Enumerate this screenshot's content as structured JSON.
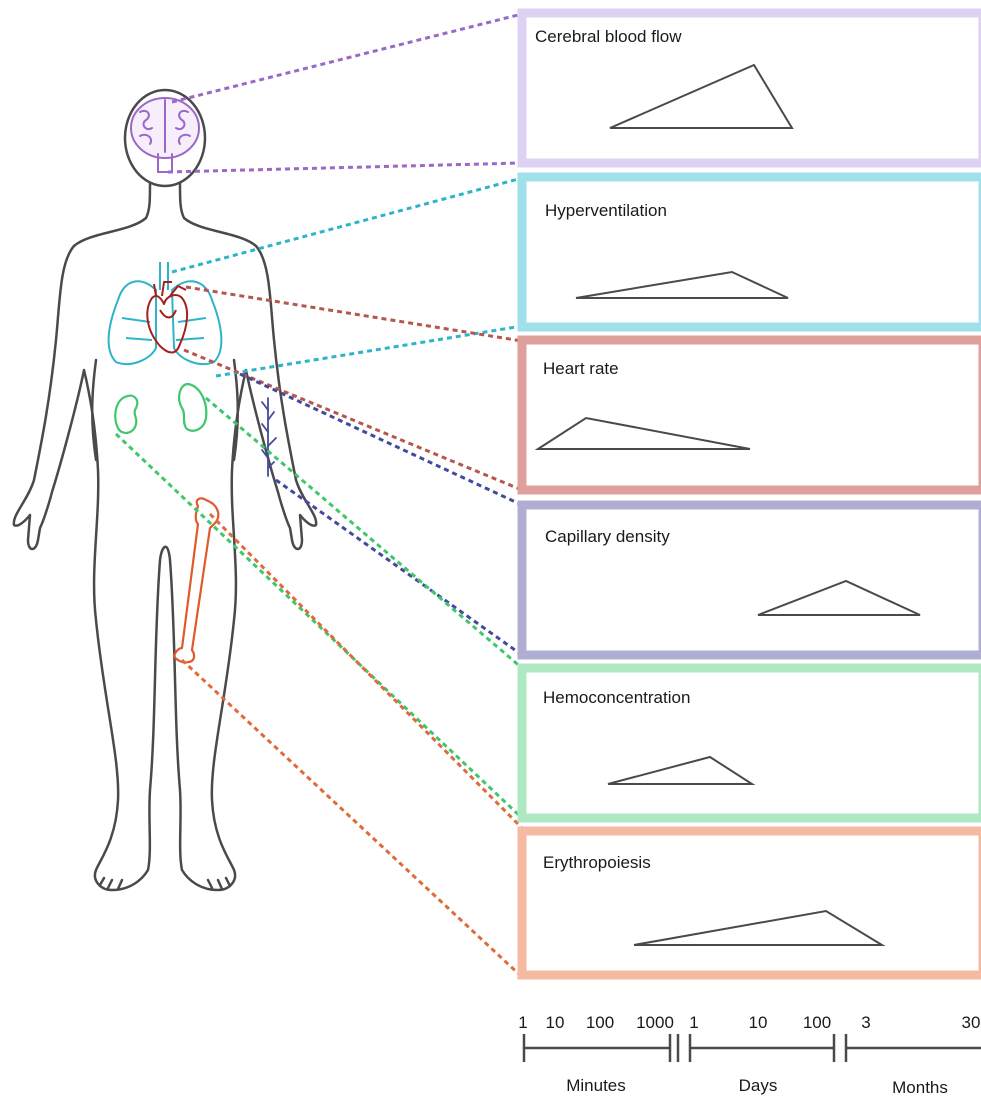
{
  "panels": [
    {
      "key": "brain",
      "title": "Cerebral blood flow",
      "color": "#ddd2f4",
      "line_color": "#9b68c8"
    },
    {
      "key": "lungs",
      "title": "Hyperventilation",
      "color": "#9fe0eb",
      "line_color": "#2fb3c9"
    },
    {
      "key": "heart",
      "title": "Heart rate",
      "color": "#df9f9b",
      "line_color": "#b5574d"
    },
    {
      "key": "vessel",
      "title": "Capillary density",
      "color": "#b0add3",
      "line_color": "#434a9c"
    },
    {
      "key": "kidney",
      "title": "Hemoconcentration",
      "color": "#aee9c3",
      "line_color": "#3ec76b"
    },
    {
      "key": "bone",
      "title": "Erythropoiesis",
      "color": "#f6b9a1",
      "line_color": "#df6a3c"
    }
  ],
  "timescale": {
    "ticks": [
      "1",
      "10",
      "100",
      "1000",
      "1",
      "10",
      "100",
      "3",
      "30"
    ],
    "units": [
      "Minutes",
      "Days",
      "Months"
    ]
  },
  "colors": {
    "body_outline": "#4a4a4a",
    "brain": "#9b68c8",
    "lungs": "#2fb3c9",
    "heart": "#a81e1e",
    "vessel": "#434a9c",
    "kidney": "#3ec76b",
    "bone": "#df5a2a",
    "triangle": "#4a4a4a"
  }
}
